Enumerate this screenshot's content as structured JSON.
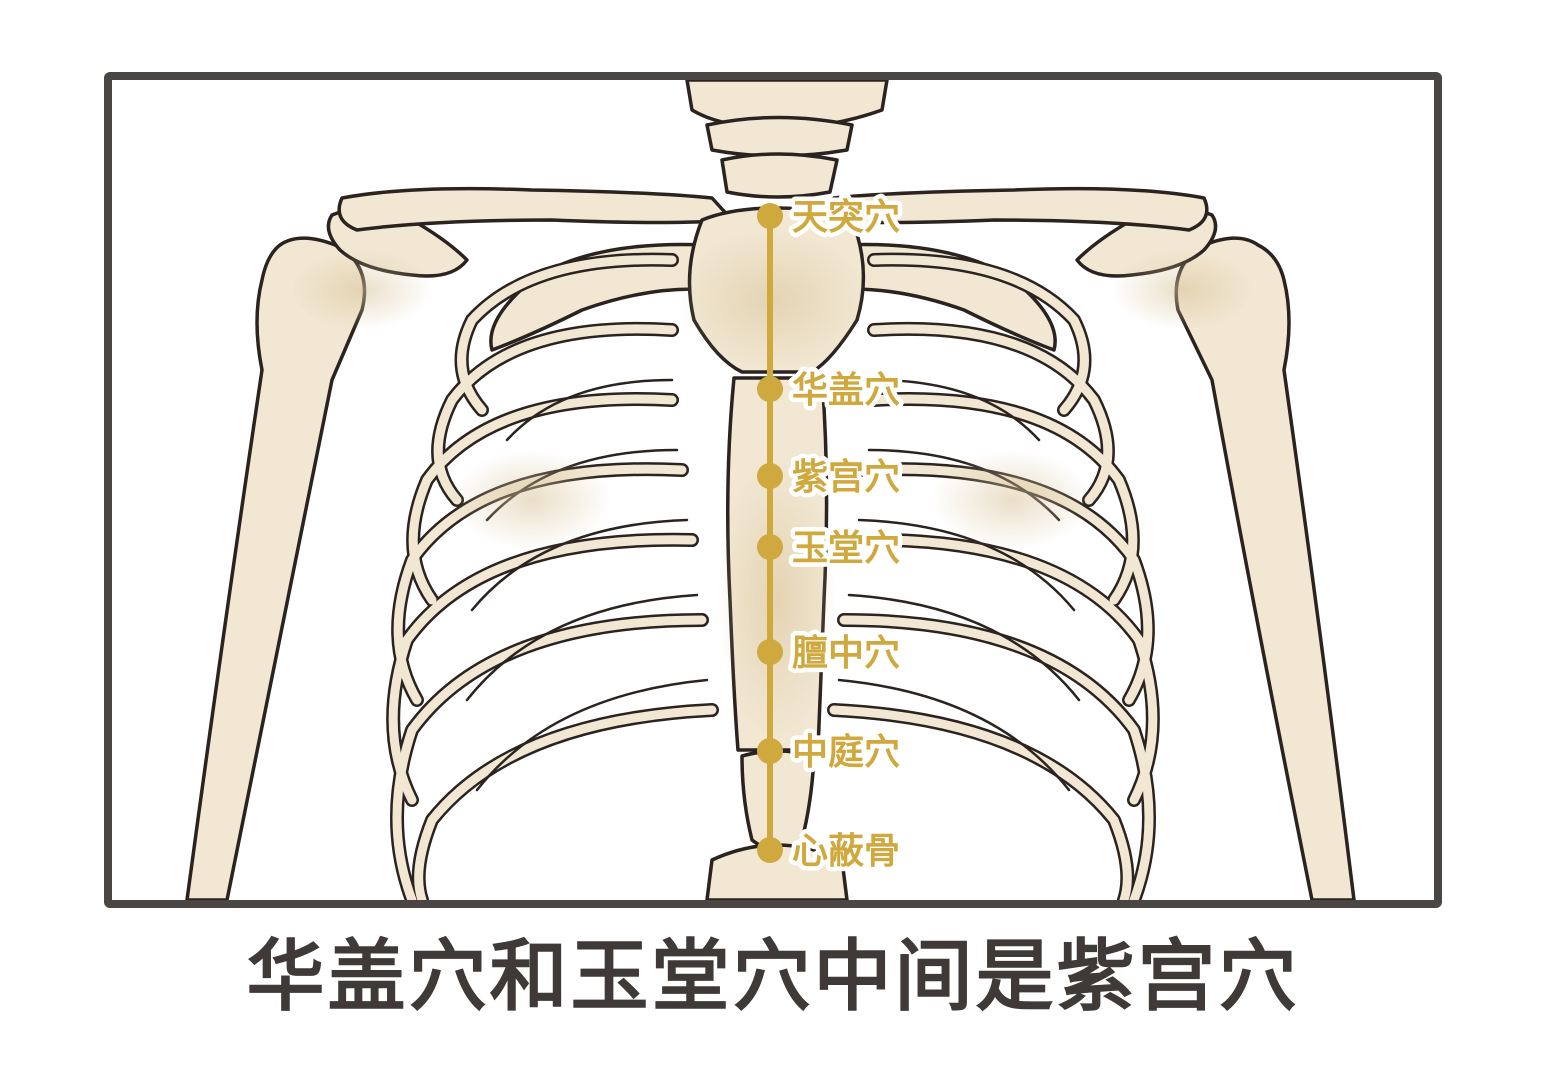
{
  "caption": "华盖穴和玉堂穴中间是紫宫穴",
  "colors": {
    "frame": "#4a4644",
    "meridian": "#cfa83e",
    "bone_fill": "#f1e7d2",
    "bone_outline": "#2a2320",
    "caption_text": "#3f3a37"
  },
  "points": [
    {
      "id": "tiantu",
      "label": "天突穴",
      "icon": "acupoint-dot-icon"
    },
    {
      "id": "huagai",
      "label": "华盖穴",
      "icon": "acupoint-dot-icon"
    },
    {
      "id": "zigong",
      "label": "紫宫穴",
      "icon": "acupoint-dot-icon"
    },
    {
      "id": "yutang",
      "label": "玉堂穴",
      "icon": "acupoint-dot-icon"
    },
    {
      "id": "danzhong",
      "label": "膻中穴",
      "icon": "acupoint-dot-icon"
    },
    {
      "id": "zhongting",
      "label": "中庭穴",
      "icon": "acupoint-dot-icon"
    },
    {
      "id": "xinbigu",
      "label": "心蔽骨",
      "icon": "acupoint-dot-icon"
    }
  ]
}
